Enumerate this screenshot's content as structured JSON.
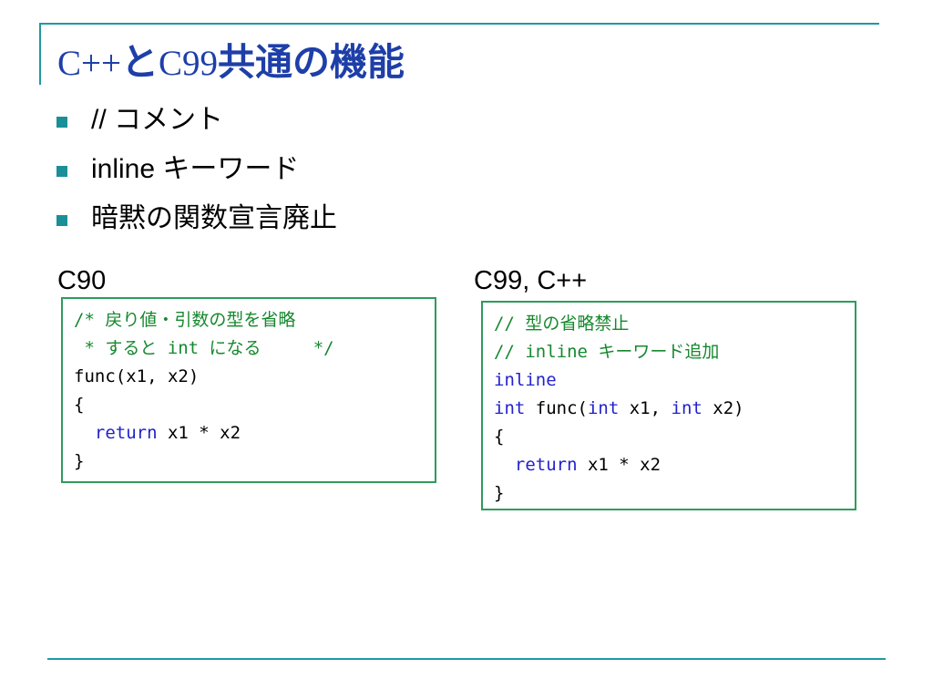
{
  "slide": {
    "title_latin_1": "C++",
    "title_jp_1": "と",
    "title_latin_2": "C99",
    "title_jp_2": "共通の機能",
    "bullets": [
      {
        "text": "// コメント"
      },
      {
        "text": "inline キーワード"
      },
      {
        "text": "暗黙の関数宣言廃止"
      }
    ],
    "left_label": "C90",
    "right_label": "C99, C++"
  },
  "left_code": {
    "line1": "/* 戻り値・引数の型を省略",
    "line2": " * すると int になる     */",
    "line3": "func(x1, x2)",
    "line4": "{",
    "line5_indent": "  ",
    "line5_kw": "return",
    "line5_rest": " x1 * x2",
    "line6": "}"
  },
  "right_code": {
    "line1": "// 型の省略禁止",
    "line2": "// inline キーワード追加",
    "line3": "inline",
    "line4_kw1": "int",
    "line4_mid": " func(",
    "line4_kw2": "int",
    "line4_mid2": " x1, ",
    "line4_kw3": "int",
    "line4_end": " x2)",
    "line5": "{",
    "line6_indent": "  ",
    "line6_kw": "return",
    "line6_rest": " x1 * x2",
    "line7": "}"
  },
  "colors": {
    "title": "#1e3fa8",
    "accent_rule": "#1f9aa3",
    "bullet": "#1a8f98",
    "code_border": "#2e9b5c",
    "comment": "#16882e",
    "keyword": "#2222cc"
  }
}
